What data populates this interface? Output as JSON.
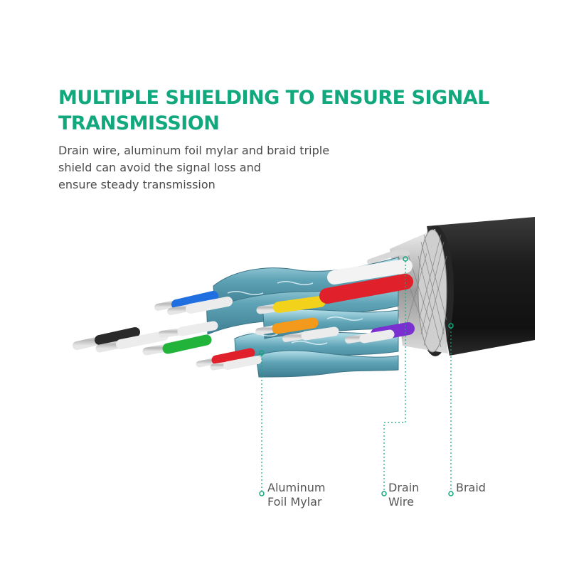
{
  "headline": {
    "line1": "MULTIPLE SHIELDING TO ENSURE SIGNAL",
    "line2": "TRANSMISSION"
  },
  "description": {
    "line1": "Drain wire, aluminum foil mylar and braid triple",
    "line2": "shield can avoid the signal loss and",
    "line3": "ensure steady transmission"
  },
  "callouts": {
    "aluminum_foil_mylar": {
      "line1": "Aluminum",
      "line2": "Foil Mylar"
    },
    "drain_wire": {
      "line1": "Drain",
      "line2": "Wire"
    },
    "braid": {
      "line1": "Braid"
    }
  },
  "colors": {
    "accent": "#12a87d",
    "jacket": "#1e1e1e",
    "foil": "#6fb3c4",
    "wire_colors": [
      "#2a2a2a",
      "#1f6fe0",
      "#22b33a",
      "#e0202a",
      "#f2d21b",
      "#f39a1c",
      "#7a2fd0",
      "#e8e8e8"
    ]
  }
}
